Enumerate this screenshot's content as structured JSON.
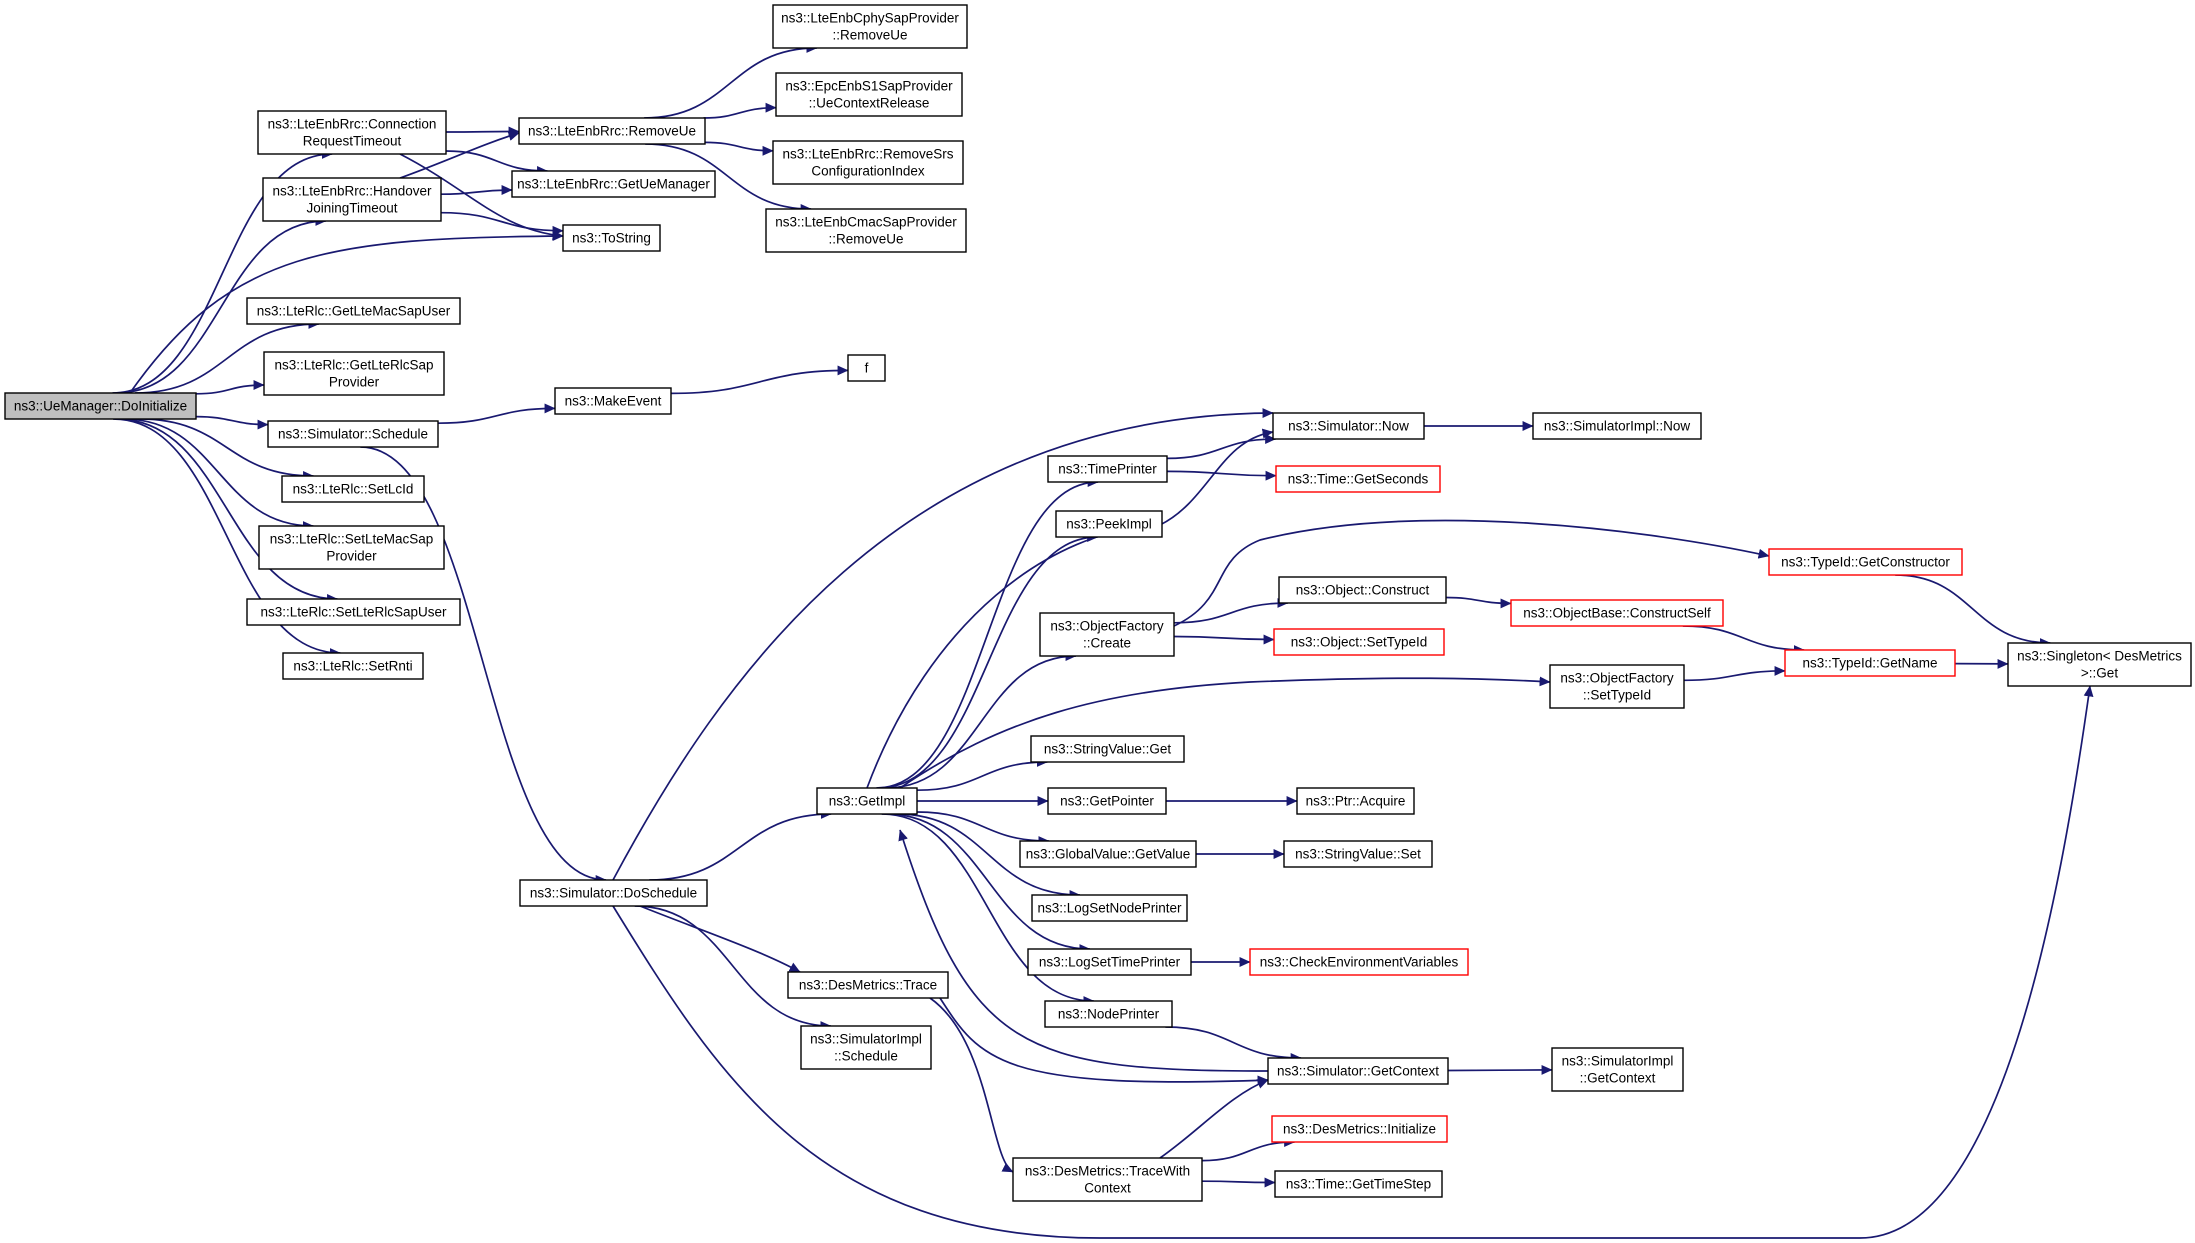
{
  "colors": {
    "edge": "#191970",
    "border_normal": "#000000",
    "border_truncated": "#ff0000",
    "fill_root": "#bfbfbf",
    "fill_normal": "#ffffff"
  },
  "nodes": [
    {
      "id": "root",
      "lines": [
        "ns3::UeManager::DoInitialize"
      ],
      "style": "root"
    },
    {
      "id": "conn_timeout",
      "lines": [
        "ns3::LteEnbRrc::Connection",
        "RequestTimeout"
      ],
      "style": "normal"
    },
    {
      "id": "ho_timeout",
      "lines": [
        "ns3::LteEnbRrc::Handover",
        "JoiningTimeout"
      ],
      "style": "normal"
    },
    {
      "id": "remove_ue",
      "lines": [
        "ns3::LteEnbRrc::RemoveUe"
      ],
      "style": "normal"
    },
    {
      "id": "get_ue_manager",
      "lines": [
        "ns3::LteEnbRrc::GetUeManager"
      ],
      "style": "normal"
    },
    {
      "id": "to_string",
      "lines": [
        "ns3::ToString"
      ],
      "style": "normal"
    },
    {
      "id": "cphy_remove",
      "lines": [
        "ns3::LteEnbCphySapProvider",
        "::RemoveUe"
      ],
      "style": "normal"
    },
    {
      "id": "s1_release",
      "lines": [
        "ns3::EpcEnbS1SapProvider",
        "::UeContextRelease"
      ],
      "style": "normal"
    },
    {
      "id": "remove_srs",
      "lines": [
        "ns3::LteEnbRrc::RemoveSrs",
        "ConfigurationIndex"
      ],
      "style": "normal"
    },
    {
      "id": "cmac_remove",
      "lines": [
        "ns3::LteEnbCmacSapProvider",
        "::RemoveUe"
      ],
      "style": "normal"
    },
    {
      "id": "get_mac_sap_user",
      "lines": [
        "ns3::LteRlc::GetLteMacSapUser"
      ],
      "style": "normal"
    },
    {
      "id": "get_rlc_sap_provider",
      "lines": [
        "ns3::LteRlc::GetLteRlcSap",
        "Provider"
      ],
      "style": "normal"
    },
    {
      "id": "sim_schedule",
      "lines": [
        "ns3::Simulator::Schedule"
      ],
      "style": "normal"
    },
    {
      "id": "set_lcid",
      "lines": [
        "ns3::LteRlc::SetLcId"
      ],
      "style": "normal"
    },
    {
      "id": "set_mac_sap_provider",
      "lines": [
        "ns3::LteRlc::SetLteMacSap",
        "Provider"
      ],
      "style": "normal"
    },
    {
      "id": "set_rlc_sap_user",
      "lines": [
        "ns3::LteRlc::SetLteRlcSapUser"
      ],
      "style": "normal"
    },
    {
      "id": "set_rnti",
      "lines": [
        "ns3::LteRlc::SetRnti"
      ],
      "style": "normal"
    },
    {
      "id": "make_event",
      "lines": [
        "ns3::MakeEvent"
      ],
      "style": "normal"
    },
    {
      "id": "f",
      "lines": [
        "f"
      ],
      "style": "normal"
    },
    {
      "id": "do_schedule",
      "lines": [
        "ns3::Simulator::DoSchedule"
      ],
      "style": "normal"
    },
    {
      "id": "sim_now",
      "lines": [
        "ns3::Simulator::Now"
      ],
      "style": "normal"
    },
    {
      "id": "simimpl_now",
      "lines": [
        "ns3::SimulatorImpl::Now"
      ],
      "style": "normal"
    },
    {
      "id": "time_printer",
      "lines": [
        "ns3::TimePrinter"
      ],
      "style": "normal"
    },
    {
      "id": "get_seconds",
      "lines": [
        "ns3::Time::GetSeconds"
      ],
      "style": "truncated"
    },
    {
      "id": "peek_impl",
      "lines": [
        "ns3::PeekImpl"
      ],
      "style": "normal"
    },
    {
      "id": "get_constructor",
      "lines": [
        "ns3::TypeId::GetConstructor"
      ],
      "style": "truncated"
    },
    {
      "id": "object_construct",
      "lines": [
        "ns3::Object::Construct"
      ],
      "style": "normal"
    },
    {
      "id": "construct_self",
      "lines": [
        "ns3::ObjectBase::ConstructSelf"
      ],
      "style": "truncated"
    },
    {
      "id": "factory_create",
      "lines": [
        "ns3::ObjectFactory",
        "::Create"
      ],
      "style": "normal"
    },
    {
      "id": "object_set_typeid",
      "lines": [
        "ns3::Object::SetTypeId"
      ],
      "style": "truncated"
    },
    {
      "id": "factory_set_typeid",
      "lines": [
        "ns3::ObjectFactory",
        "::SetTypeId"
      ],
      "style": "normal"
    },
    {
      "id": "typeid_get_name",
      "lines": [
        "ns3::TypeId::GetName"
      ],
      "style": "truncated"
    },
    {
      "id": "singleton_get",
      "lines": [
        "ns3::Singleton< DesMetrics",
        ">::Get"
      ],
      "style": "normal"
    },
    {
      "id": "string_value_get",
      "lines": [
        "ns3::StringValue::Get"
      ],
      "style": "normal"
    },
    {
      "id": "get_impl",
      "lines": [
        "ns3::GetImpl"
      ],
      "style": "normal"
    },
    {
      "id": "get_pointer",
      "lines": [
        "ns3::GetPointer"
      ],
      "style": "normal"
    },
    {
      "id": "ptr_acquire",
      "lines": [
        "ns3::Ptr::Acquire"
      ],
      "style": "normal"
    },
    {
      "id": "global_get_value",
      "lines": [
        "ns3::GlobalValue::GetValue"
      ],
      "style": "normal"
    },
    {
      "id": "string_value_set",
      "lines": [
        "ns3::StringValue::Set"
      ],
      "style": "normal"
    },
    {
      "id": "log_set_node_printer",
      "lines": [
        "ns3::LogSetNodePrinter"
      ],
      "style": "normal"
    },
    {
      "id": "log_set_time_printer",
      "lines": [
        "ns3::LogSetTimePrinter"
      ],
      "style": "normal"
    },
    {
      "id": "check_env",
      "lines": [
        "ns3::CheckEnvironmentVariables"
      ],
      "style": "truncated"
    },
    {
      "id": "node_printer",
      "lines": [
        "ns3::NodePrinter"
      ],
      "style": "normal"
    },
    {
      "id": "des_trace",
      "lines": [
        "ns3::DesMetrics::Trace"
      ],
      "style": "normal"
    },
    {
      "id": "simimpl_schedule",
      "lines": [
        "ns3::SimulatorImpl",
        "::Schedule"
      ],
      "style": "normal"
    },
    {
      "id": "sim_get_context",
      "lines": [
        "ns3::Simulator::GetContext"
      ],
      "style": "normal"
    },
    {
      "id": "simimpl_get_context",
      "lines": [
        "ns3::SimulatorImpl",
        "::GetContext"
      ],
      "style": "normal"
    },
    {
      "id": "des_initialize",
      "lines": [
        "ns3::DesMetrics::Initialize"
      ],
      "style": "truncated"
    },
    {
      "id": "trace_with_context",
      "lines": [
        "ns3::DesMetrics::TraceWith",
        "Context"
      ],
      "style": "normal"
    },
    {
      "id": "get_time_step",
      "lines": [
        "ns3::Time::GetTimeStep"
      ],
      "style": "normal"
    }
  ],
  "edges": [
    [
      "root",
      "conn_timeout"
    ],
    [
      "root",
      "ho_timeout"
    ],
    [
      "root",
      "to_string"
    ],
    [
      "root",
      "get_mac_sap_user"
    ],
    [
      "root",
      "get_rlc_sap_provider"
    ],
    [
      "root",
      "sim_schedule"
    ],
    [
      "root",
      "set_lcid"
    ],
    [
      "root",
      "set_mac_sap_provider"
    ],
    [
      "root",
      "set_rlc_sap_user"
    ],
    [
      "root",
      "set_rnti"
    ],
    [
      "conn_timeout",
      "remove_ue"
    ],
    [
      "conn_timeout",
      "get_ue_manager"
    ],
    [
      "conn_timeout",
      "to_string"
    ],
    [
      "ho_timeout",
      "remove_ue"
    ],
    [
      "ho_timeout",
      "get_ue_manager"
    ],
    [
      "ho_timeout",
      "to_string"
    ],
    [
      "remove_ue",
      "cphy_remove"
    ],
    [
      "remove_ue",
      "s1_release"
    ],
    [
      "remove_ue",
      "remove_srs"
    ],
    [
      "remove_ue",
      "cmac_remove"
    ],
    [
      "sim_schedule",
      "make_event"
    ],
    [
      "sim_schedule",
      "do_schedule"
    ],
    [
      "make_event",
      "f"
    ],
    [
      "do_schedule",
      "sim_now"
    ],
    [
      "do_schedule",
      "get_impl"
    ],
    [
      "do_schedule",
      "des_trace"
    ],
    [
      "do_schedule",
      "simimpl_schedule"
    ],
    [
      "do_schedule",
      "singleton_get"
    ],
    [
      "sim_now",
      "simimpl_now"
    ],
    [
      "time_printer",
      "sim_now"
    ],
    [
      "time_printer",
      "get_seconds"
    ],
    [
      "get_impl",
      "time_printer"
    ],
    [
      "get_impl",
      "peek_impl"
    ],
    [
      "get_impl",
      "factory_create"
    ],
    [
      "get_impl",
      "factory_set_typeid"
    ],
    [
      "get_impl",
      "string_value_get"
    ],
    [
      "get_impl",
      "get_pointer"
    ],
    [
      "get_impl",
      "global_get_value"
    ],
    [
      "get_impl",
      "log_set_node_printer"
    ],
    [
      "get_impl",
      "log_set_time_printer"
    ],
    [
      "get_impl",
      "node_printer"
    ],
    [
      "get_impl",
      "sim_now"
    ],
    [
      "factory_create",
      "get_constructor"
    ],
    [
      "factory_create",
      "object_construct"
    ],
    [
      "factory_create",
      "object_set_typeid"
    ],
    [
      "object_construct",
      "construct_self"
    ],
    [
      "construct_self",
      "typeid_get_name"
    ],
    [
      "get_constructor",
      "singleton_get"
    ],
    [
      "typeid_get_name",
      "singleton_get"
    ],
    [
      "factory_set_typeid",
      "typeid_get_name"
    ],
    [
      "get_pointer",
      "ptr_acquire"
    ],
    [
      "global_get_value",
      "string_value_set"
    ],
    [
      "log_set_time_printer",
      "check_env"
    ],
    [
      "node_printer",
      "sim_get_context"
    ],
    [
      "sim_get_context",
      "get_impl"
    ],
    [
      "sim_get_context",
      "simimpl_get_context"
    ],
    [
      "des_trace",
      "sim_get_context"
    ],
    [
      "des_trace",
      "trace_with_context"
    ],
    [
      "trace_with_context",
      "sim_get_context"
    ],
    [
      "trace_with_context",
      "des_initialize"
    ],
    [
      "trace_with_context",
      "get_time_step"
    ]
  ]
}
